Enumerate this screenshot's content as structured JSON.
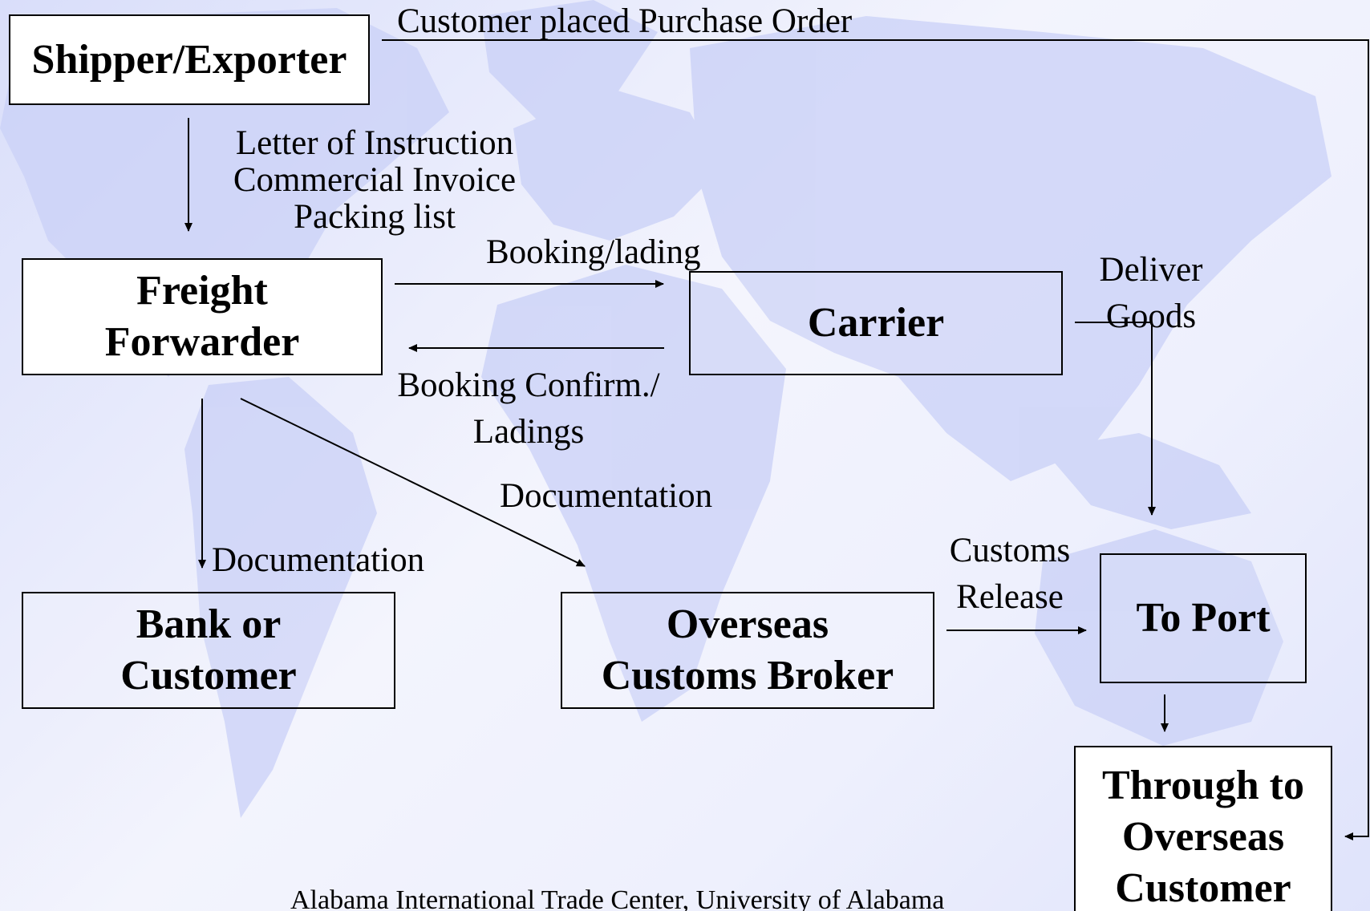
{
  "nodes": {
    "shipper": "Shipper/Exporter",
    "forwarder_line1": "Freight",
    "forwarder_line2": "Forwarder",
    "carrier": "Carrier",
    "bank_line1": "Bank or",
    "bank_line2": "Customer",
    "broker_line1": "Overseas",
    "broker_line2": "Customs Broker",
    "port": "To Port",
    "customer_line1": "Through to",
    "customer_line2": "Overseas",
    "customer_line3": "Customer"
  },
  "edges": {
    "purchase_order": "Customer placed Purchase Order",
    "instruction_line1": "Letter of Instruction",
    "instruction_line2": "Commercial Invoice",
    "instruction_line3": "Packing list",
    "booking": "Booking/lading",
    "confirm_line1": "Booking Confirm./",
    "confirm_line2": "Ladings",
    "deliver_line1": "Deliver",
    "deliver_line2": "Goods",
    "doc_broker": "Documentation",
    "doc_bank": "Documentation",
    "release_line1": "Customs",
    "release_line2": "Release"
  },
  "footer": "Alabama International Trade Center, University of Alabama",
  "colors": {
    "background": "#e8ebfc",
    "landmass": "#c9d0f7",
    "line": "#000000"
  }
}
